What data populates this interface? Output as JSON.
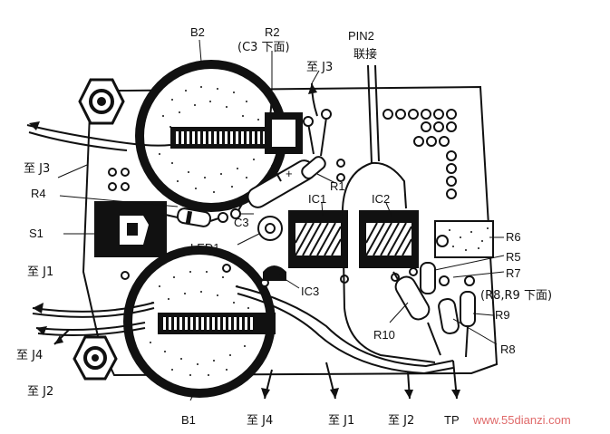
{
  "labels": {
    "b2": "B2",
    "r2": "R2",
    "c3_under": "(C3 下面)",
    "pin2": "PIN2",
    "pin2_join": "联接",
    "to_j3_top": "至 J3",
    "to_j3_left": "至 J3",
    "r4": "R4",
    "r1": "R1",
    "ic1": "IC1",
    "ic2": "IC2",
    "r6": "R6",
    "s1": "S1",
    "c3": "C3",
    "led1": "LED1",
    "r5": "R5",
    "r7": "R7",
    "to_j1_left": "至 J1",
    "ic3": "IC3",
    "r8r9_under": "(R8,R9 下面)",
    "r9": "R9",
    "r10": "R10",
    "to_j4_left": "至 J4",
    "r8": "R8",
    "to_j2_left": "至 J2",
    "b1": "B1",
    "to_j4_bottom": "至 J4",
    "to_j1_bottom": "至 J1",
    "to_j2_bottom": "至 J2",
    "tp": "TP",
    "watermark": "www.55dianzi.com"
  },
  "colors": {
    "ink": "#111111",
    "board": "#ffffff",
    "watermark": "#e06a6a"
  }
}
